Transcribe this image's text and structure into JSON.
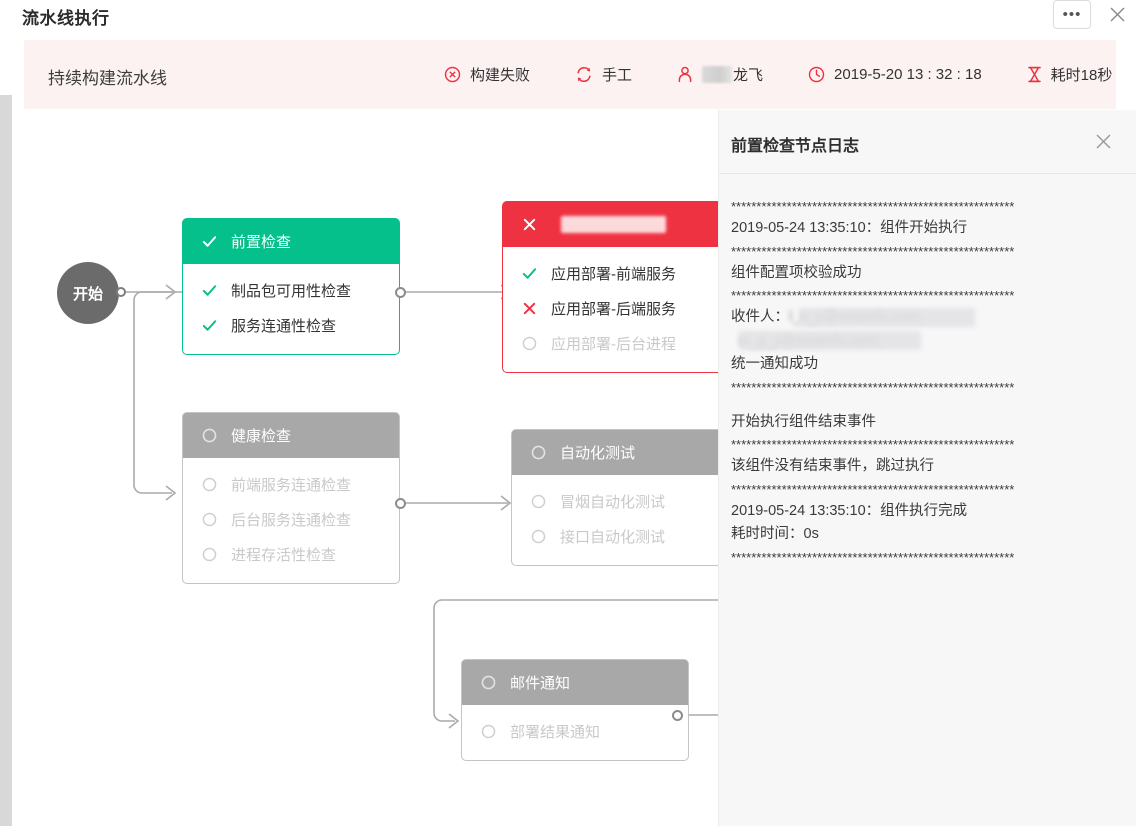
{
  "window": {
    "title": "流水线执行",
    "more_label": "•••",
    "more_icon": "ellipsis-icon",
    "close_icon": "close-icon"
  },
  "banner": {
    "pipeline_name": "持续构建流水线",
    "status": {
      "icon": "error-circle-icon",
      "label": "构建失败",
      "color": "#ee3241"
    },
    "trigger": {
      "icon": "refresh-icon",
      "label": "手工",
      "color": "#ee3241"
    },
    "user": {
      "icon": "user-icon",
      "label": "龙飞",
      "redacted": true,
      "color": "#ee3241"
    },
    "time": {
      "icon": "clock-icon",
      "label": "2019-5-20 13 : 32 : 18",
      "color": "#ee3241"
    },
    "duration": {
      "icon": "hourglass-icon",
      "label": "耗时18秒",
      "color": "#ee3241"
    }
  },
  "graph": {
    "start": {
      "label": "开始"
    },
    "nodes": [
      {
        "id": "precheck",
        "status": "success",
        "header": {
          "icon": "check-icon",
          "label": "前置检查"
        },
        "items": [
          {
            "icon": "check-icon",
            "label": "制品包可用性检查",
            "state": "success"
          },
          {
            "icon": "check-icon",
            "label": "服务连通性检查",
            "state": "success"
          }
        ]
      },
      {
        "id": "deploy",
        "status": "failed",
        "header": {
          "icon": "cross-icon",
          "label": "",
          "redacted": true
        },
        "items": [
          {
            "icon": "check-icon",
            "label": "应用部署-前端服务",
            "state": "success"
          },
          {
            "icon": "cross-icon",
            "label": "应用部署-后端服务",
            "state": "failed"
          },
          {
            "icon": "circle-icon",
            "label": "应用部署-后台进程",
            "state": "pending"
          }
        ]
      },
      {
        "id": "health",
        "status": "pending",
        "header": {
          "icon": "circle-icon",
          "label": "健康检查"
        },
        "items": [
          {
            "icon": "circle-icon",
            "label": "前端服务连通检查",
            "state": "pending"
          },
          {
            "icon": "circle-icon",
            "label": "后台服务连通检查",
            "state": "pending"
          },
          {
            "icon": "circle-icon",
            "label": "进程存活性检查",
            "state": "pending"
          }
        ]
      },
      {
        "id": "autotest",
        "status": "pending",
        "header": {
          "icon": "circle-icon",
          "label": "自动化测试"
        },
        "items": [
          {
            "icon": "circle-icon",
            "label": "冒烟自动化测试",
            "state": "pending"
          },
          {
            "icon": "circle-icon",
            "label": "接口自动化测试",
            "state": "pending"
          }
        ]
      },
      {
        "id": "mail",
        "status": "pending",
        "header": {
          "icon": "circle-icon",
          "label": "邮件通知"
        },
        "items": [
          {
            "icon": "circle-icon",
            "label": "部署结果通知",
            "state": "pending"
          }
        ]
      }
    ]
  },
  "log_panel": {
    "title": "前置检查节点日志",
    "close_icon": "close-icon",
    "lines": [
      {
        "type": "stars",
        "text": "********************************************************"
      },
      {
        "type": "text",
        "text": "2019-05-24 13:35:10：组件开始执行"
      },
      {
        "type": "stars",
        "text": "********************************************************"
      },
      {
        "type": "text",
        "text": "组件配置项校验成功"
      },
      {
        "type": "stars",
        "text": "********************************************************"
      },
      {
        "type": "redacted",
        "text": "收件人："
      },
      {
        "type": "text",
        "text": "统一通知成功"
      },
      {
        "type": "stars",
        "text": "********************************************************"
      },
      {
        "type": "blank",
        "text": ""
      },
      {
        "type": "text",
        "text": "开始执行组件结束事件"
      },
      {
        "type": "stars",
        "text": "********************************************************"
      },
      {
        "type": "text",
        "text": "该组件没有结束事件，跳过执行"
      },
      {
        "type": "stars",
        "text": "********************************************************"
      },
      {
        "type": "text",
        "text": "2019-05-24 13:35:10：组件执行完成"
      },
      {
        "type": "text",
        "text": "耗时时间：0s"
      },
      {
        "type": "stars",
        "text": "********************************************************"
      }
    ]
  },
  "colors": {
    "success": "#06c08b",
    "failed": "#ee3241",
    "pending": "#a8a8a8",
    "banner_bg": "#fdf2f2",
    "panel_bg": "#f7f7f8"
  }
}
